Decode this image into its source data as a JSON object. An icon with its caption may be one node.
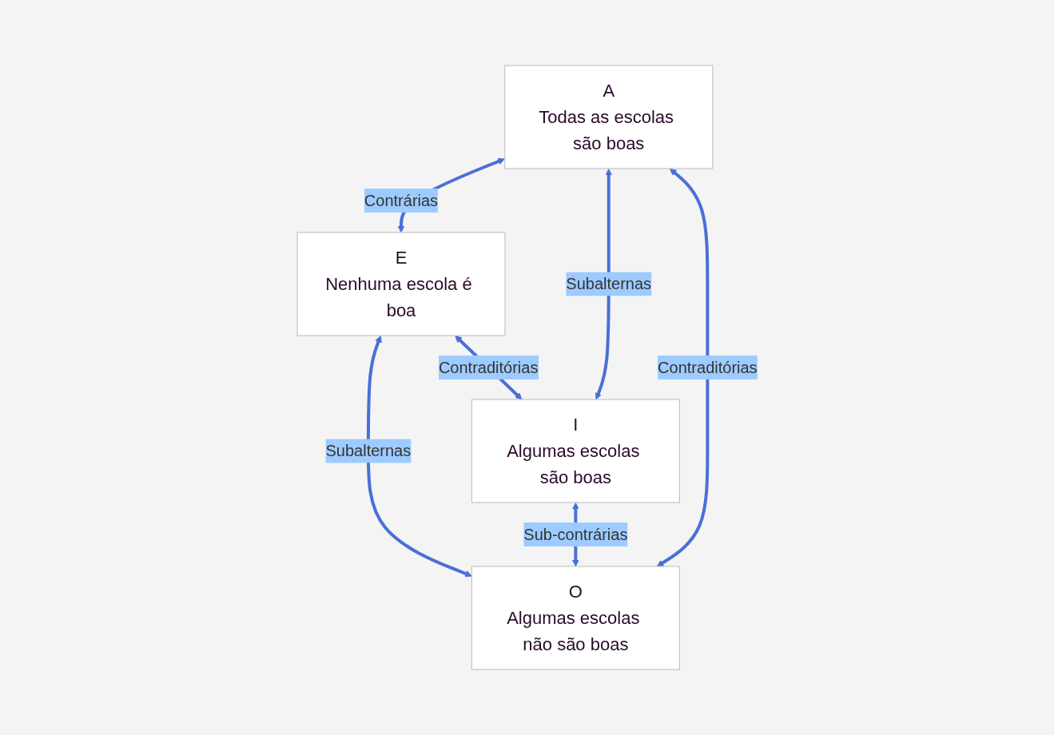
{
  "diagram": {
    "nodes": [
      {
        "text": [
          "A",
          "Todas as escolas são boas"
        ]
      },
      {
        "text": [
          "E",
          "Nenhuma escola é boa"
        ]
      },
      {
        "text": [
          "I",
          "Algumas escolas são boas"
        ]
      },
      {
        "text": [
          "O",
          "Algumas escolas não são boas"
        ]
      }
    ],
    "edges": [
      {
        "from": 0,
        "to": 1,
        "arrow": "both",
        "label": "Contrárias"
      },
      {
        "from": 0,
        "to": 2,
        "arrow": "both",
        "label": "Subalternas"
      },
      {
        "from": 1,
        "to": 3,
        "arrow": "both",
        "label": "Subalternas"
      },
      {
        "from": 0,
        "to": 3,
        "arrow": "both",
        "label": "Contraditórias"
      },
      {
        "from": 1,
        "to": 2,
        "arrow": "both",
        "label": "Contraditórias"
      },
      {
        "from": 2,
        "to": 3,
        "arrow": "both",
        "label": "Sub-contrárias"
      }
    ]
  }
}
